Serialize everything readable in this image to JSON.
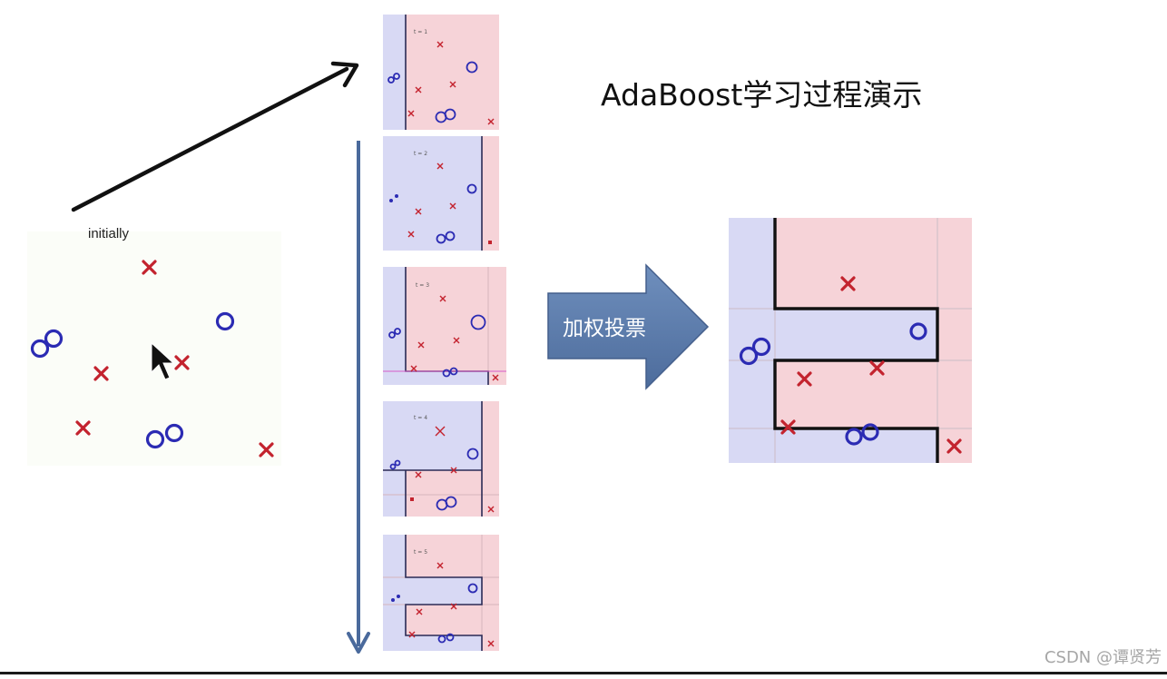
{
  "title": "AdaBoost学习过程演示",
  "initial_label": "initially",
  "vote_label": "加权投票",
  "watermark": "CSDN @谭贤芳",
  "round_labels": [
    "t = 1",
    "t = 2",
    "t = 3",
    "t = 4",
    "t = 5"
  ],
  "colors": {
    "negative_region": "#f6d3d8",
    "positive_region": "#d8d9f4",
    "cross": "#c3232e",
    "circle": "#2b2bb3",
    "boundary": "#111111",
    "process_arrow": "#4a6a9c",
    "vote_arrow": "#5779a9"
  },
  "icons": [
    "cross-marker",
    "circle-marker",
    "cursor-arrow-icon",
    "right-arrow",
    "down-arrow"
  ]
}
